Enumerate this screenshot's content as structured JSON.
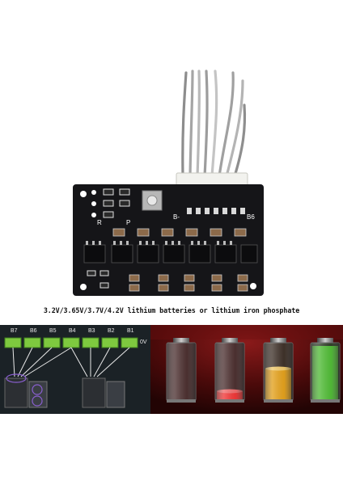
{
  "caption": "3.2V/3.65V/3.7V/4.2V lithium batteries or lithium iron phosphate",
  "board": {
    "b_minus": "B-",
    "b6": "B6",
    "r": "R",
    "p": "P"
  },
  "wiring": {
    "cells": [
      "B7",
      "B6",
      "B5",
      "B4",
      "B3",
      "B2",
      "B1"
    ],
    "zero": "0V"
  },
  "battery_levels": [
    {
      "level": 0.0,
      "color": "#b03030"
    },
    {
      "level": 0.12,
      "color": "#ff2020"
    },
    {
      "level": 0.55,
      "color": "#f0a000"
    },
    {
      "level": 1.0,
      "color": "#40c020"
    }
  ]
}
